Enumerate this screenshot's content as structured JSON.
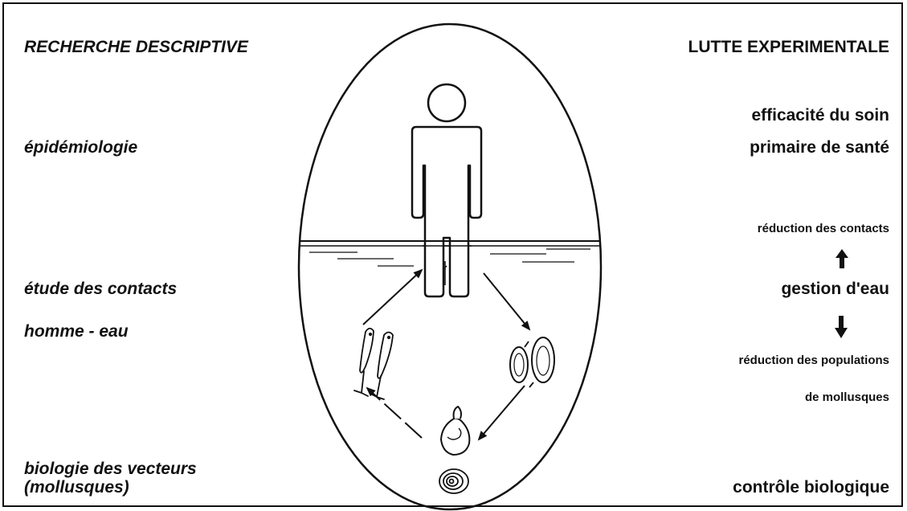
{
  "left": {
    "heading": "RECHERCHE DESCRIPTIVE",
    "epidemiology": "épidémiologie",
    "contacts_line1": "étude des contacts",
    "contacts_line2": "homme - eau",
    "vectors_line1": "biologie des vecteurs",
    "vectors_line2": "(mollusques)"
  },
  "right": {
    "heading": "LUTTE EXPERIMENTALE",
    "care_line1": "efficacité du soin",
    "care_line2": "primaire de santé",
    "contact_reduction": "réduction des contacts",
    "water_management": "gestion d'eau",
    "population_line1": "réduction des populations",
    "population_line2": "de mollusques",
    "biological_control": "contrôle biologique"
  },
  "colors": {
    "ink": "#111111",
    "background": "#ffffff"
  }
}
